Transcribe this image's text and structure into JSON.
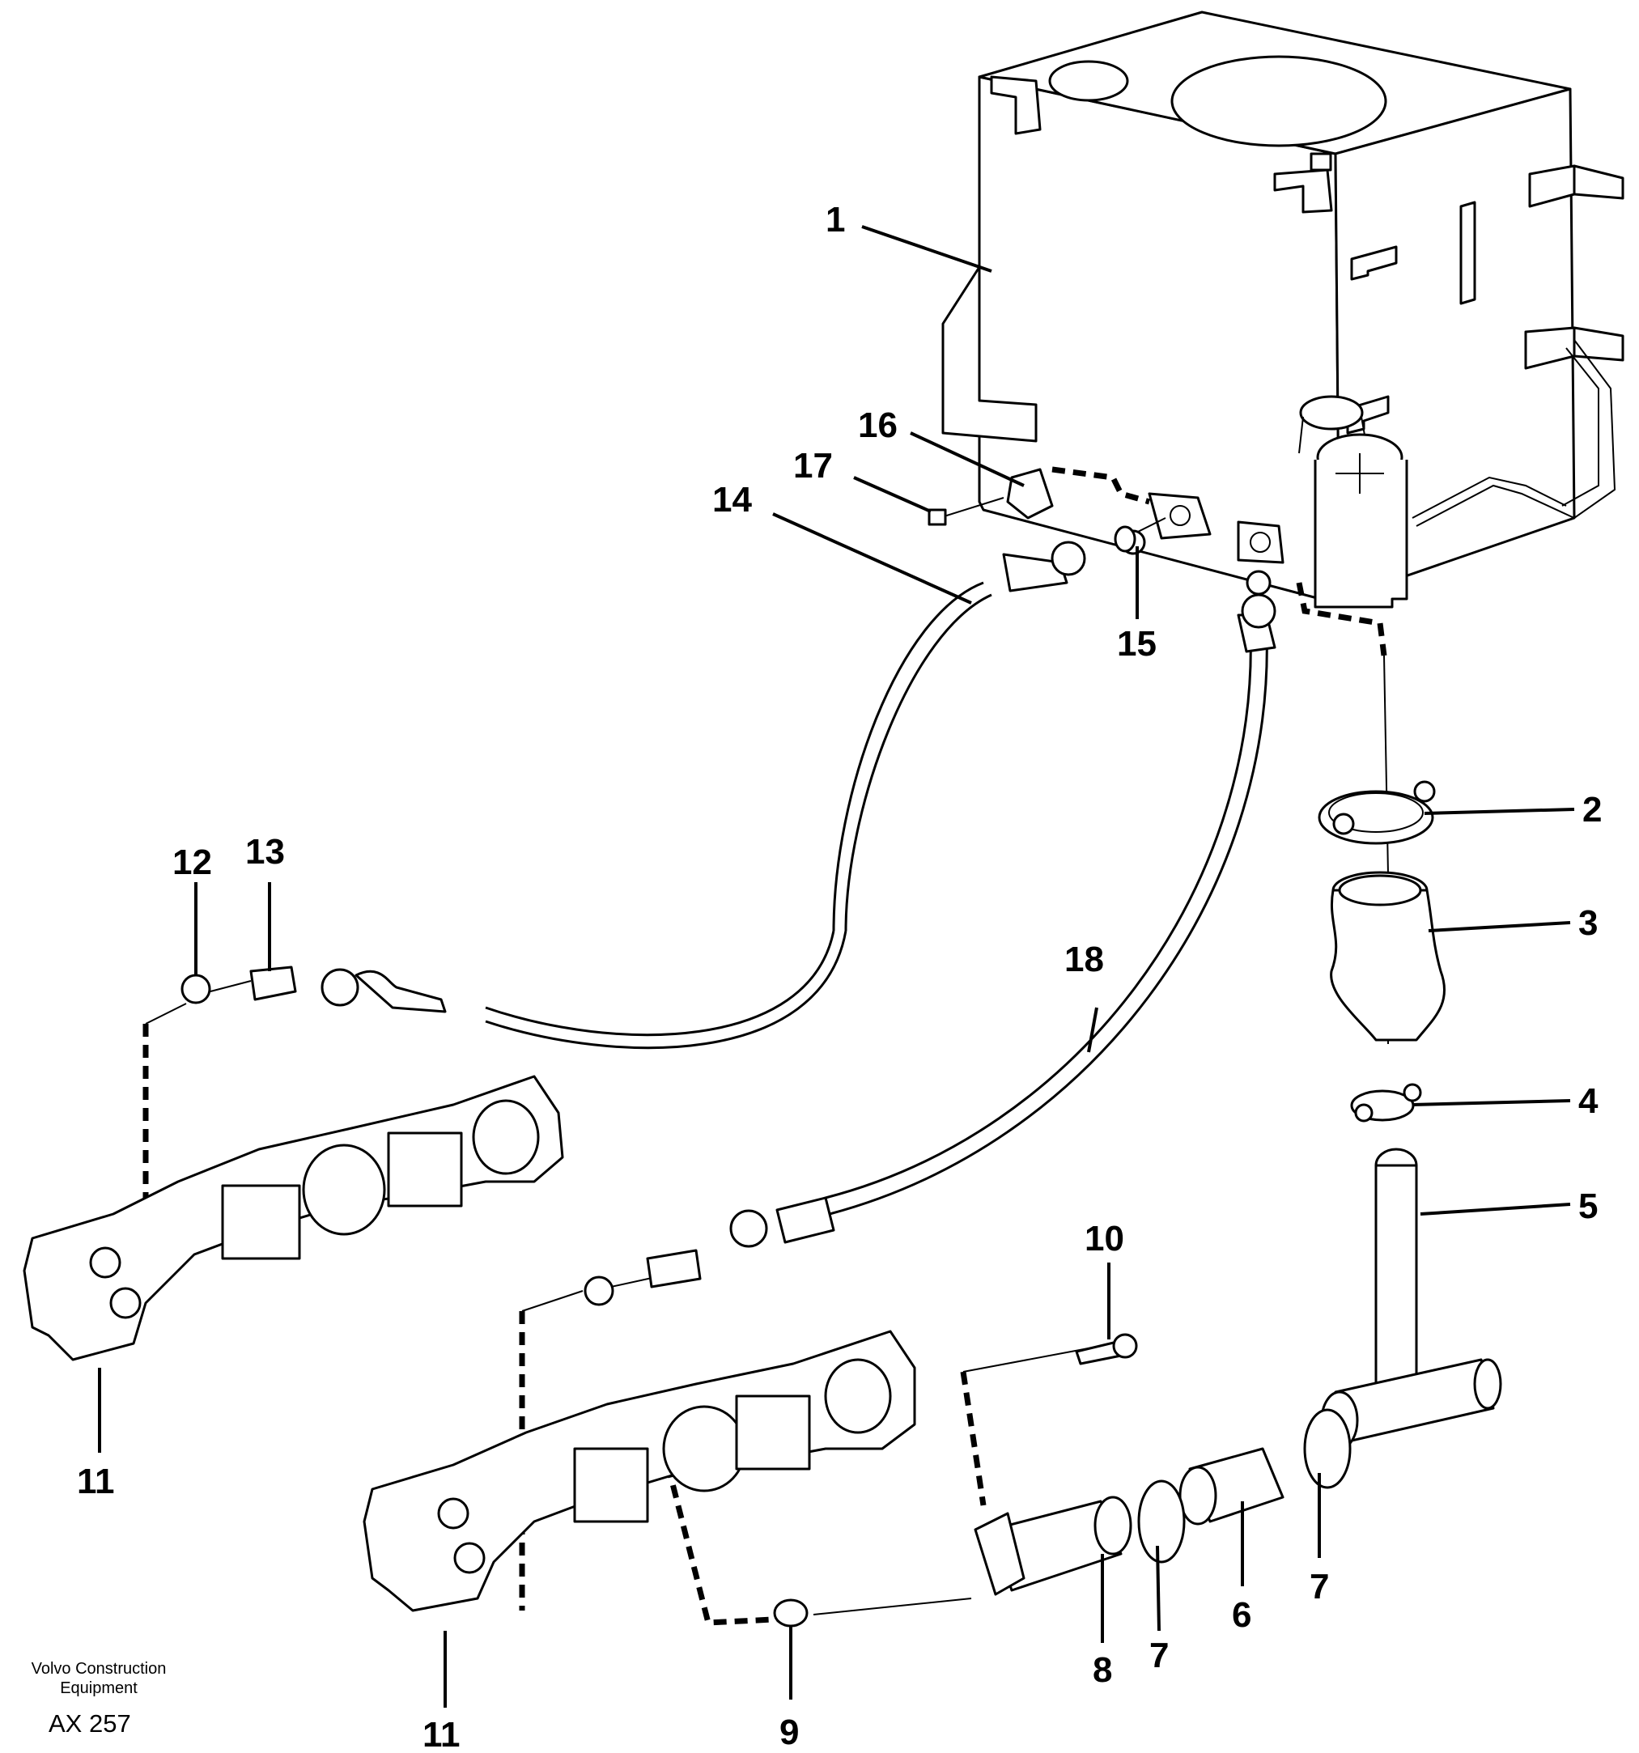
{
  "callouts": {
    "c1": "1",
    "c2": "2",
    "c3": "3",
    "c4": "4",
    "c5": "5",
    "c6": "6",
    "c7a": "7",
    "c7b": "7",
    "c8": "8",
    "c9": "9",
    "c10": "10",
    "c11a": "11",
    "c11b": "11",
    "c12": "12",
    "c13": "13",
    "c14": "14",
    "c15": "15",
    "c16": "16",
    "c17": "17",
    "c18": "18"
  },
  "footer": {
    "brand_line1": "Volvo Construction",
    "brand_line2": "Equipment",
    "drawing_code": "AX 257"
  }
}
